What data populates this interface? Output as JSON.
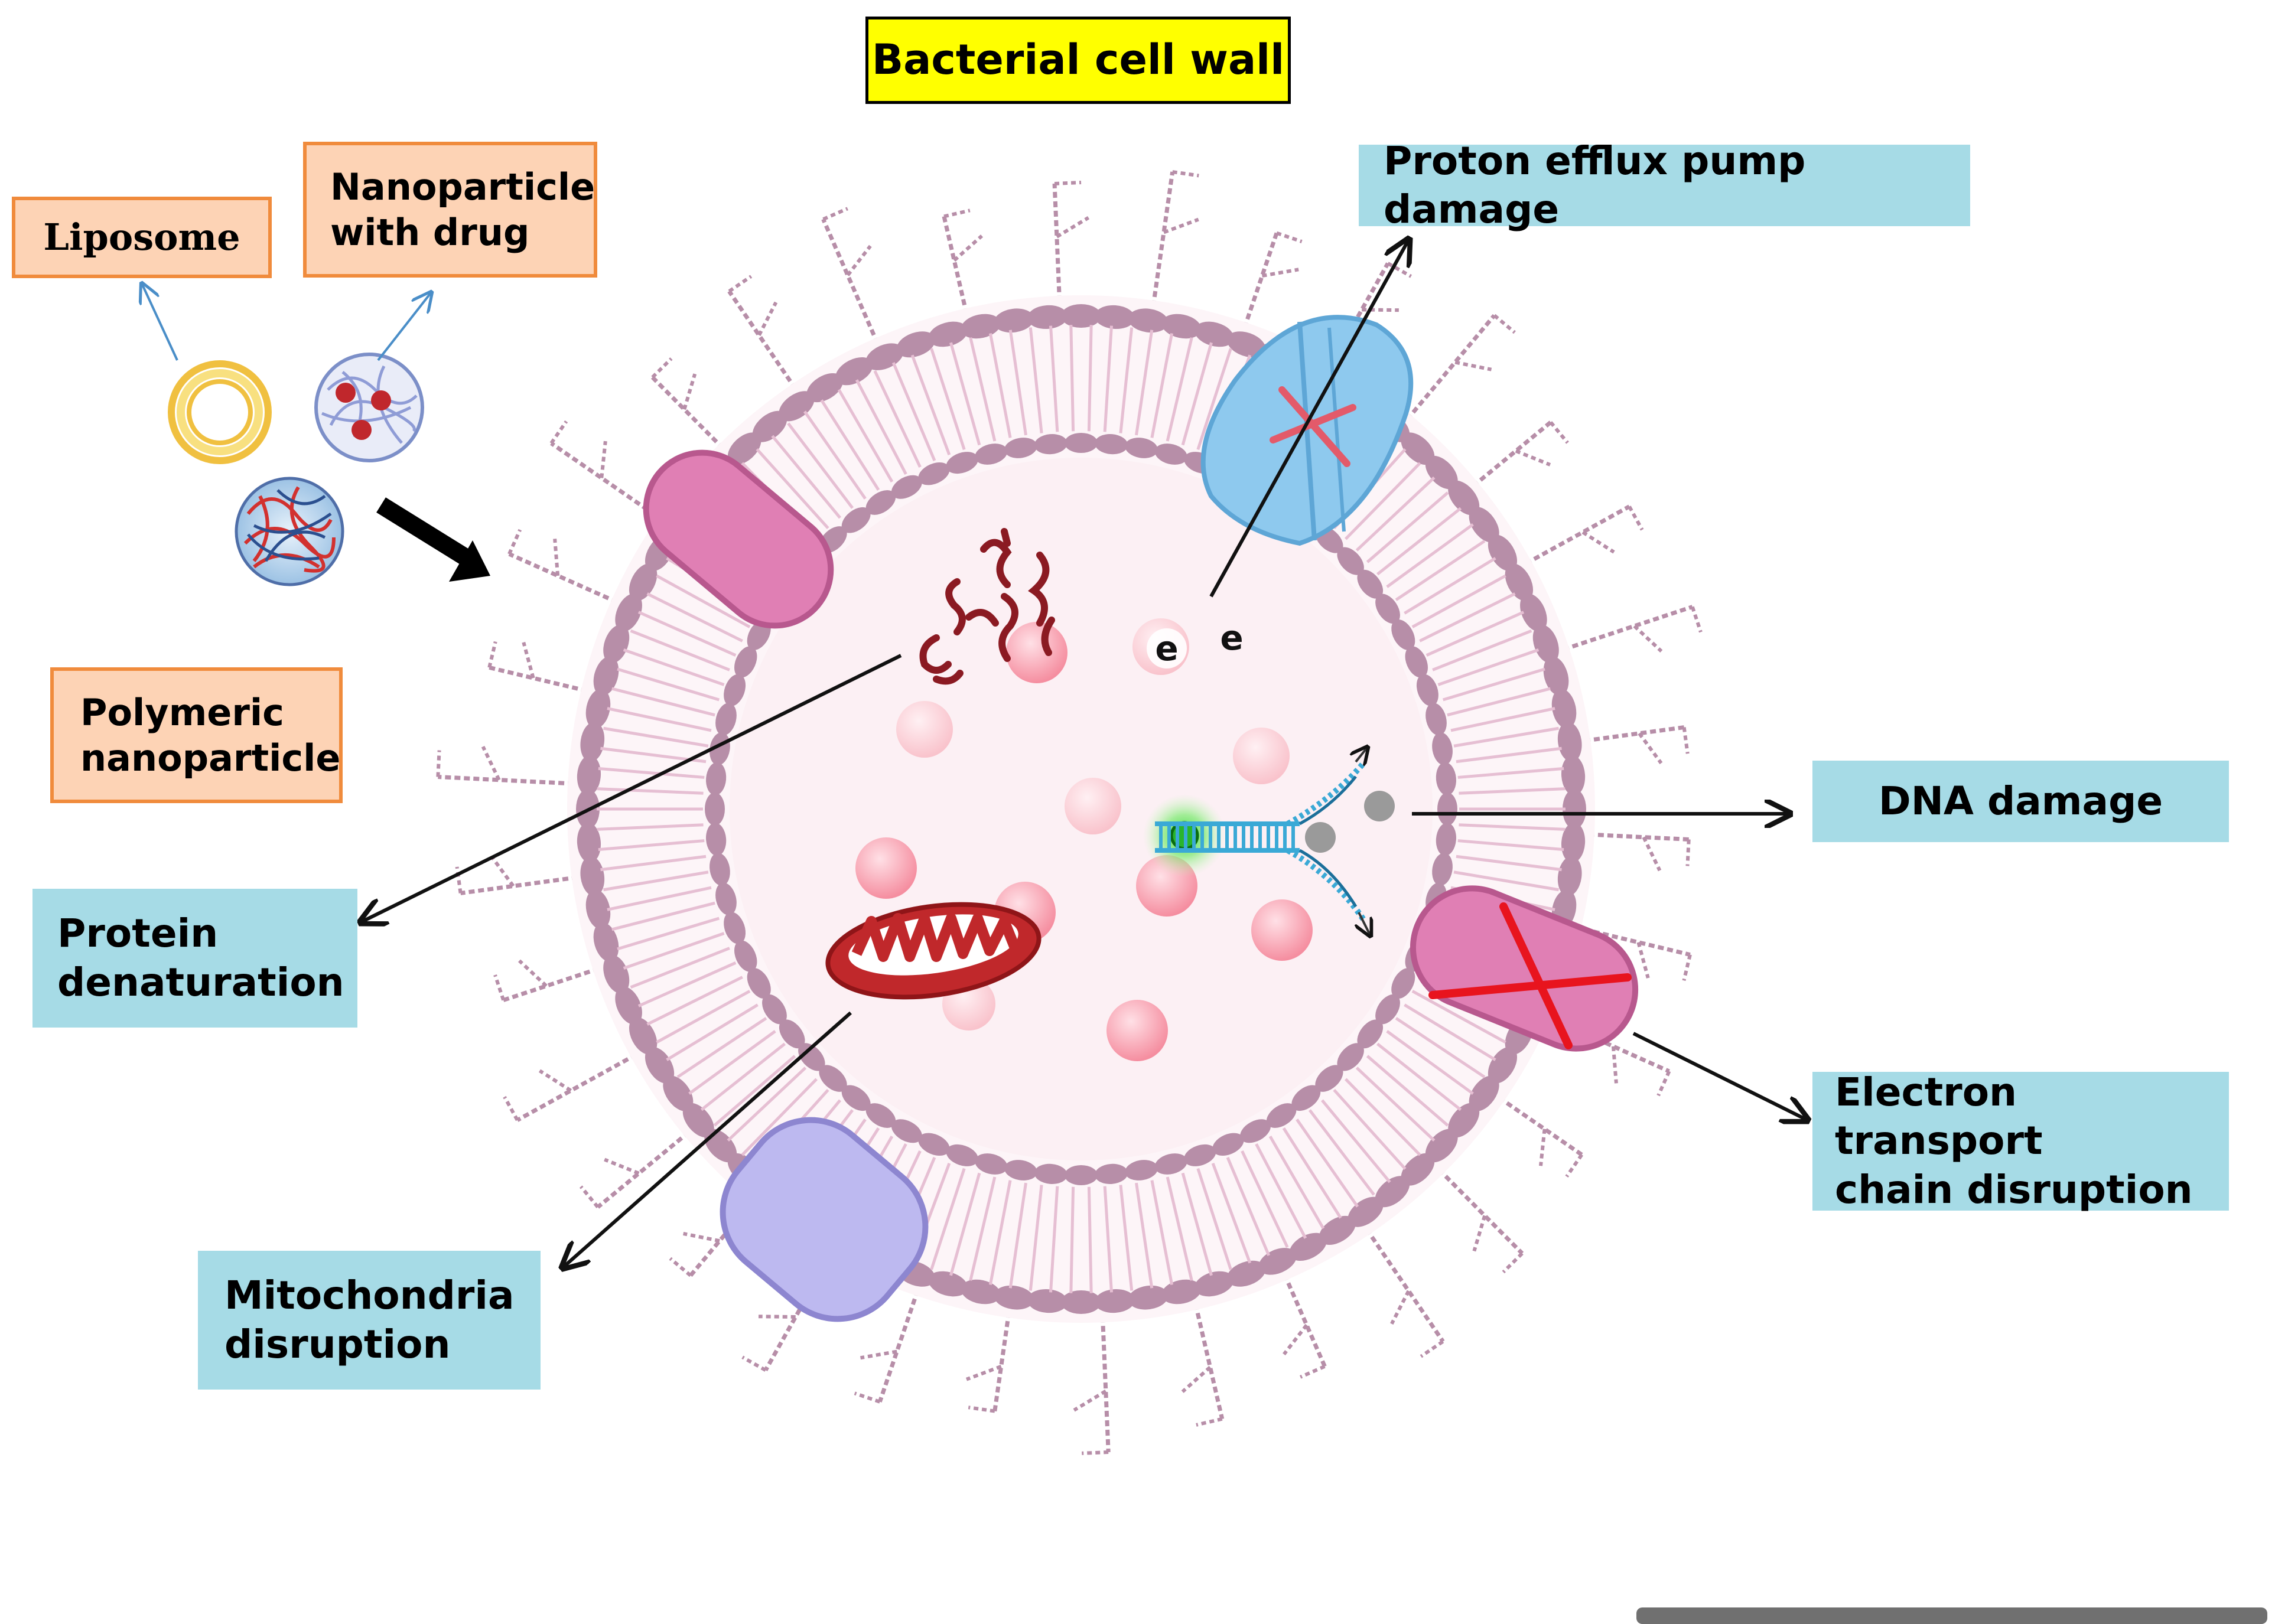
{
  "title": "Bacterial cell wall",
  "carriers": {
    "liposome": "Liposome",
    "nanoparticle_with_drug_line1": "Nanoparticle",
    "nanoparticle_with_drug_line2": "with drug",
    "polymeric_line1": "Polymeric",
    "polymeric_line2": "nanoparticle"
  },
  "effects": {
    "proton_efflux": "Proton efflux pump damage",
    "dna_damage": "DNA damage",
    "protein_line1": "Protein",
    "protein_line2": "denaturation",
    "etc_line1": "Electron transport",
    "etc_line2": "chain disruption",
    "mito_line1": "Mitochondria",
    "mito_line2": "disruption"
  },
  "electron_symbol": "e",
  "colors": {
    "title_fill": "#ffff00",
    "carrier_fill": "#fdd3b5",
    "carrier_border": "#f08b3c",
    "effect_fill": "#a6dbe6",
    "membrane": "#b78ea8",
    "cytoplasm": "#fcf0f4",
    "damage_mark": "#e8141e"
  }
}
